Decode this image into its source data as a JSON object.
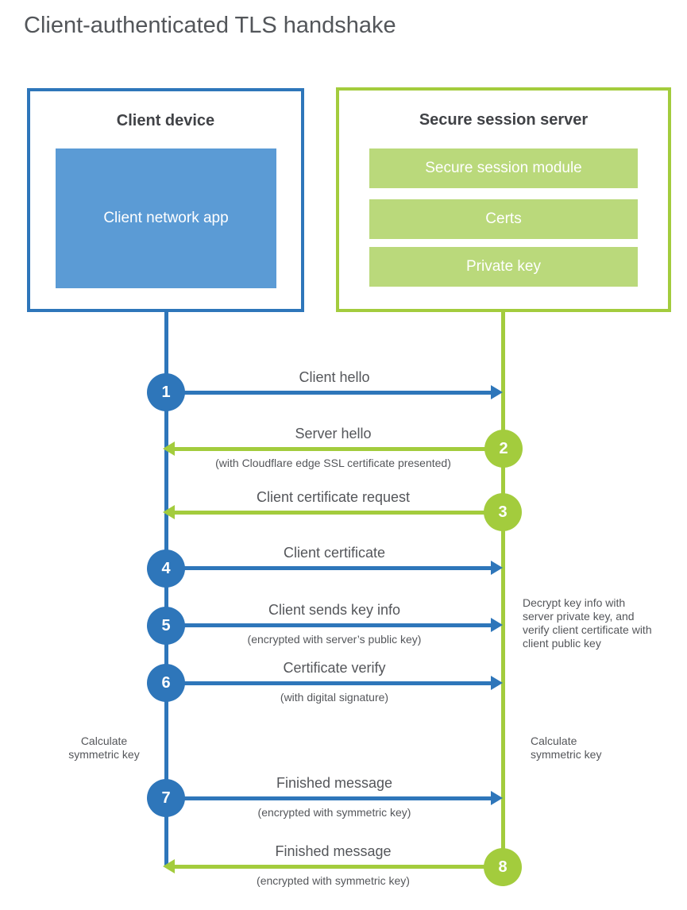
{
  "title": "Client-authenticated TLS handshake",
  "client": {
    "heading": "Client device",
    "app_label": "Client network app"
  },
  "server": {
    "heading": "Secure session server",
    "modules": [
      "Secure session module",
      "Certs",
      "Private key"
    ]
  },
  "messages": [
    {
      "number": "1",
      "label": "Client hello",
      "direction": "right",
      "color": "blue"
    },
    {
      "number": "2",
      "label": "Server hello",
      "sublabel": "(with Cloudflare edge SSL certificate presented)",
      "direction": "left",
      "color": "green"
    },
    {
      "number": "3",
      "label": "Client certificate request",
      "direction": "left",
      "color": "green"
    },
    {
      "number": "4",
      "label": "Client certificate",
      "direction": "right",
      "color": "blue"
    },
    {
      "number": "5",
      "label": "Client sends key info",
      "sublabel": "(encrypted with server’s public key)",
      "direction": "right",
      "color": "blue"
    },
    {
      "number": "6",
      "label": "Certificate verify",
      "sublabel": "(with digital signature)",
      "direction": "right",
      "color": "blue"
    },
    {
      "number": "7",
      "label": "Finished message",
      "sublabel": "(encrypted with symmetric key)",
      "direction": "right",
      "color": "blue"
    },
    {
      "number": "8",
      "label": "Finished message",
      "sublabel": "(encrypted with symmetric key)",
      "direction": "left",
      "color": "green"
    }
  ],
  "notes": {
    "decrypt": "Decrypt key info with server private key, and verify client certificate with client public key",
    "calc_left": "Calculate symmetric key",
    "calc_right": "Calculate symmetric key"
  },
  "colors": {
    "client_blue": "#2e76ba",
    "client_fill_blue": "#5b9bd5",
    "server_green": "#a3cc3d",
    "server_fill_green": "#bad97b",
    "label_gray": "#54565a",
    "heading_gray": "#404246"
  }
}
